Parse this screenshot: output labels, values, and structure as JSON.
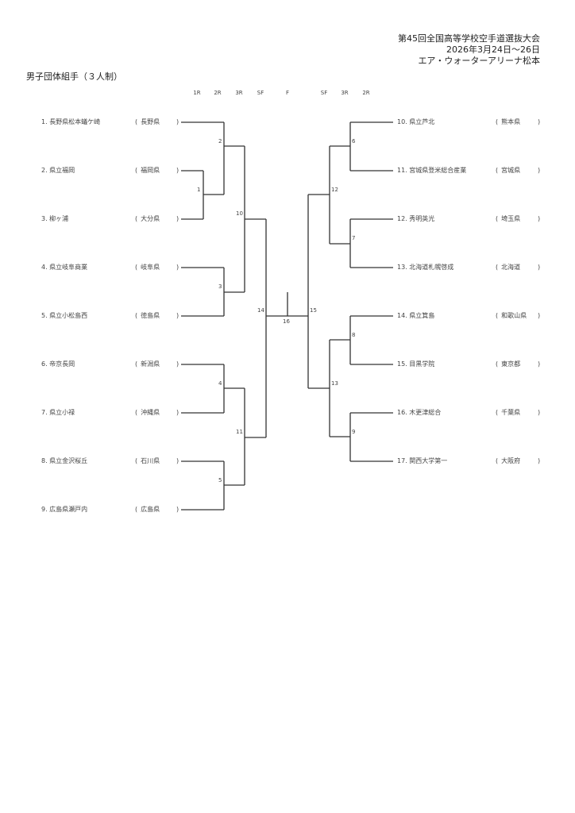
{
  "header": {
    "tournament": "第45回全国高等学校空手道選抜大会",
    "dates": "2026年3月24日～26日",
    "venue": "エア・ウォーターアリーナ松本"
  },
  "event_title": "男子団体組手（３人制）",
  "rounds_left": [
    "1R",
    "2R",
    "3R",
    "SF"
  ],
  "round_final": "F",
  "rounds_right": [
    "SF",
    "3R",
    "2R"
  ],
  "teams_left": [
    {
      "name": "1. 長野県松本蟻ケ崎",
      "pref": "長野県"
    },
    {
      "name": "2. 県立福岡",
      "pref": "福岡県"
    },
    {
      "name": "3. 柳ヶ浦",
      "pref": "大分県"
    },
    {
      "name": "4. 県立岐阜商業",
      "pref": "岐阜県"
    },
    {
      "name": "5. 県立小松島西",
      "pref": "徳島県"
    },
    {
      "name": "6. 帝京長岡",
      "pref": "新潟県"
    },
    {
      "name": "7. 県立小禄",
      "pref": "沖縄県"
    },
    {
      "name": "8. 県立金沢桜丘",
      "pref": "石川県"
    },
    {
      "name": "9. 広島県瀬戸内",
      "pref": "広島県"
    }
  ],
  "teams_right": [
    {
      "name": "10. 県立芦北",
      "pref": "熊本県"
    },
    {
      "name": "11. 宮城県登米総合産業",
      "pref": "宮城県"
    },
    {
      "name": "12. 秀明英光",
      "pref": "埼玉県"
    },
    {
      "name": "13. 北海道札幌啓成",
      "pref": "北海道"
    },
    {
      "name": "14. 県立箕島",
      "pref": "和歌山県"
    },
    {
      "name": "15. 目黒学院",
      "pref": "東京都"
    },
    {
      "name": "16. 木更津総合",
      "pref": "千葉県"
    },
    {
      "name": "17. 関西大学第一",
      "pref": "大阪府"
    }
  ],
  "matches": [
    "1",
    "2",
    "3",
    "4",
    "5",
    "6",
    "7",
    "8",
    "9",
    "10",
    "11",
    "12",
    "13",
    "14",
    "15",
    "16"
  ]
}
